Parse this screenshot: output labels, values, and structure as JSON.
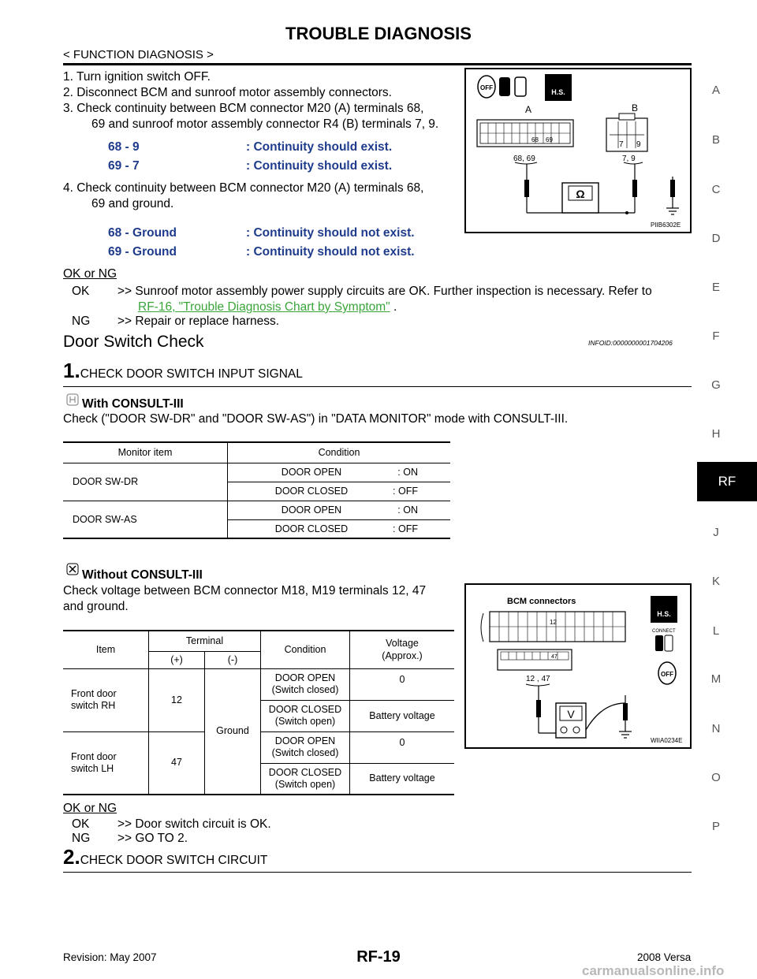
{
  "header": {
    "title": "TROUBLE DIAGNOSIS",
    "subtitle": "< FUNCTION DIAGNOSIS >"
  },
  "side_index": {
    "items": [
      "A",
      "B",
      "C",
      "D",
      "E",
      "F",
      "G",
      "H",
      "RF",
      "J",
      "K",
      "L",
      "M",
      "N",
      "O",
      "P"
    ],
    "active": "RF"
  },
  "steps1": [
    "1.  Turn ignition switch OFF.",
    "2.  Disconnect BCM and sunroof motor assembly connectors.",
    "3.  Check continuity between BCM connector M20 (A) terminals 68,",
    "69 and sunroof motor assembly connector R4 (B) terminals 7, 9."
  ],
  "cont1": [
    {
      "pins": "68 - 9",
      "result": ": Continuity should exist."
    },
    {
      "pins": "69 - 7",
      "result": ": Continuity should exist."
    }
  ],
  "steps2": [
    "4.  Check continuity between BCM connector M20 (A) terminals 68,",
    "69 and ground."
  ],
  "cont2": [
    {
      "pins": "68 - Ground",
      "result": ": Continuity should not exist."
    },
    {
      "pins": "69 - Ground",
      "result": ": Continuity should not exist."
    }
  ],
  "ok_ng1": {
    "heading": "OK or NG",
    "ok_label": "OK",
    "ok_text": ">> Sunroof motor assembly power supply circuits are OK. Further inspection is necessary. Refer to",
    "ok_link": "RF-16, \"Trouble Diagnosis Chart by Symptom\"",
    "ok_tail": ".",
    "ng_label": "NG",
    "ng_text": ">> Repair or replace harness."
  },
  "figure1": {
    "label_a": "A",
    "label_b": "B",
    "pins_a": [
      "68",
      "69"
    ],
    "pins_b": [
      "7",
      "9"
    ],
    "lead_a": "68, 69",
    "lead_b": "7, 9",
    "meter_symbol": "Ω",
    "hs_label": "H.S.",
    "off_label": "OFF",
    "code": "PIIB6302E"
  },
  "section": {
    "title": "Door Switch Check",
    "infoid": "INFOID:0000000001704206"
  },
  "step1": {
    "num": "1.",
    "title": "CHECK DOOR SWITCH INPUT SIGNAL"
  },
  "with_consult": {
    "heading": "With CONSULT-III",
    "text": "Check (\"DOOR SW-DR\" and \"DOOR SW-AS\") in \"DATA MONITOR\" mode with CONSULT-III."
  },
  "monitor_table": {
    "headers": [
      "Monitor item",
      "Condition"
    ],
    "rows": [
      {
        "item": "DOOR SW-DR",
        "conds": [
          [
            "DOOR OPEN",
            ": ON"
          ],
          [
            "DOOR CLOSED",
            ": OFF"
          ]
        ]
      },
      {
        "item": "DOOR SW-AS",
        "conds": [
          [
            "DOOR OPEN",
            ": ON"
          ],
          [
            "DOOR CLOSED",
            ": OFF"
          ]
        ]
      }
    ]
  },
  "without_consult": {
    "heading": "Without CONSULT-III",
    "line1": "Check voltage between BCM connector M18, M19 terminals 12, 47",
    "line2": "and ground."
  },
  "voltage_table": {
    "h_item": "Item",
    "h_terminal": "Terminal",
    "h_plus": "(+)",
    "h_minus": "(-)",
    "h_condition": "Condition",
    "h_voltage": "Voltage",
    "h_approx": "(Approx.)",
    "ground": "Ground",
    "rows": [
      {
        "item1": "Front door",
        "item2": "switch RH",
        "pin": "12",
        "c1a": "DOOR OPEN",
        "c1b": "(Switch closed)",
        "v1": "0",
        "c2a": "DOOR CLOSED",
        "c2b": "(Switch open)",
        "v2": "Battery voltage"
      },
      {
        "item1": "Front door",
        "item2": "switch LH",
        "pin": "47",
        "c1a": "DOOR OPEN",
        "c1b": "(Switch closed)",
        "v1": "0",
        "c2a": "DOOR CLOSED",
        "c2b": "(Switch open)",
        "v2": "Battery voltage"
      }
    ]
  },
  "figure2": {
    "title": "BCM connectors",
    "pin_top": "12",
    "pin_bottom": "47",
    "lead": "12 , 47",
    "meter_symbol": "V",
    "hs_label": "H.S.",
    "connect_label": "CONNECT",
    "off_label": "OFF",
    "code": "WIIA0234E"
  },
  "ok_ng2": {
    "heading": "OK or NG",
    "ok_label": "OK",
    "ok_text": ">> Door switch circuit is OK.",
    "ng_label": "NG",
    "ng_text": ">> GO TO 2."
  },
  "step2": {
    "num": "2.",
    "title": "CHECK DOOR SWITCH CIRCUIT"
  },
  "footer": {
    "revision": "Revision: May 2007",
    "page": "RF-19",
    "model": "2008 Versa",
    "watermark": "carmanualsonline.info"
  }
}
